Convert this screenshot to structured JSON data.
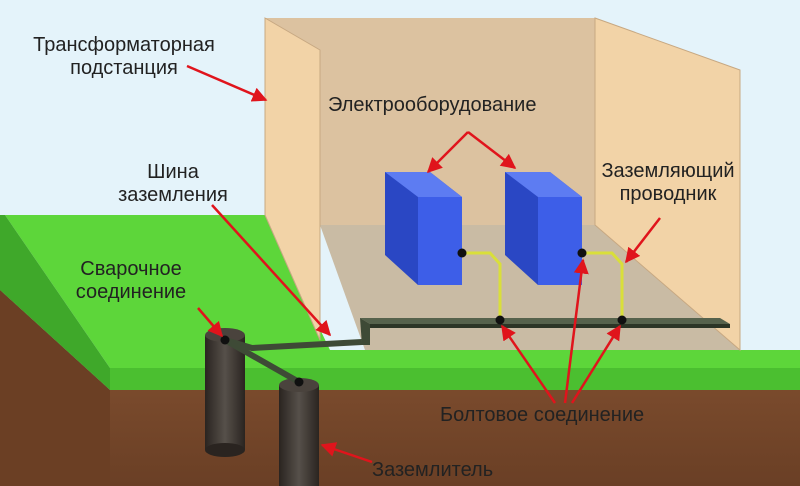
{
  "labels": {
    "substation": [
      "Трансформаторная",
      "подстанция"
    ],
    "equipment": "Электрооборудование",
    "busbar": [
      "Шина",
      "заземления"
    ],
    "conductor": [
      "Заземляющий",
      "проводник"
    ],
    "weld": [
      "Сварочное",
      "соединение"
    ],
    "bolted": "Болтовое соединение",
    "electrode": "Заземлитель"
  },
  "colors": {
    "background": "#e4f3fa",
    "grass": "#5dd63a",
    "soil": "#7a4a2c",
    "wall": "#f2d3a7",
    "floor": "#c9bba4",
    "equipment": "#3d5ee8",
    "busbar": "#3e4a36",
    "conductor": "#d9df3a",
    "arrow": "#e0141c"
  }
}
